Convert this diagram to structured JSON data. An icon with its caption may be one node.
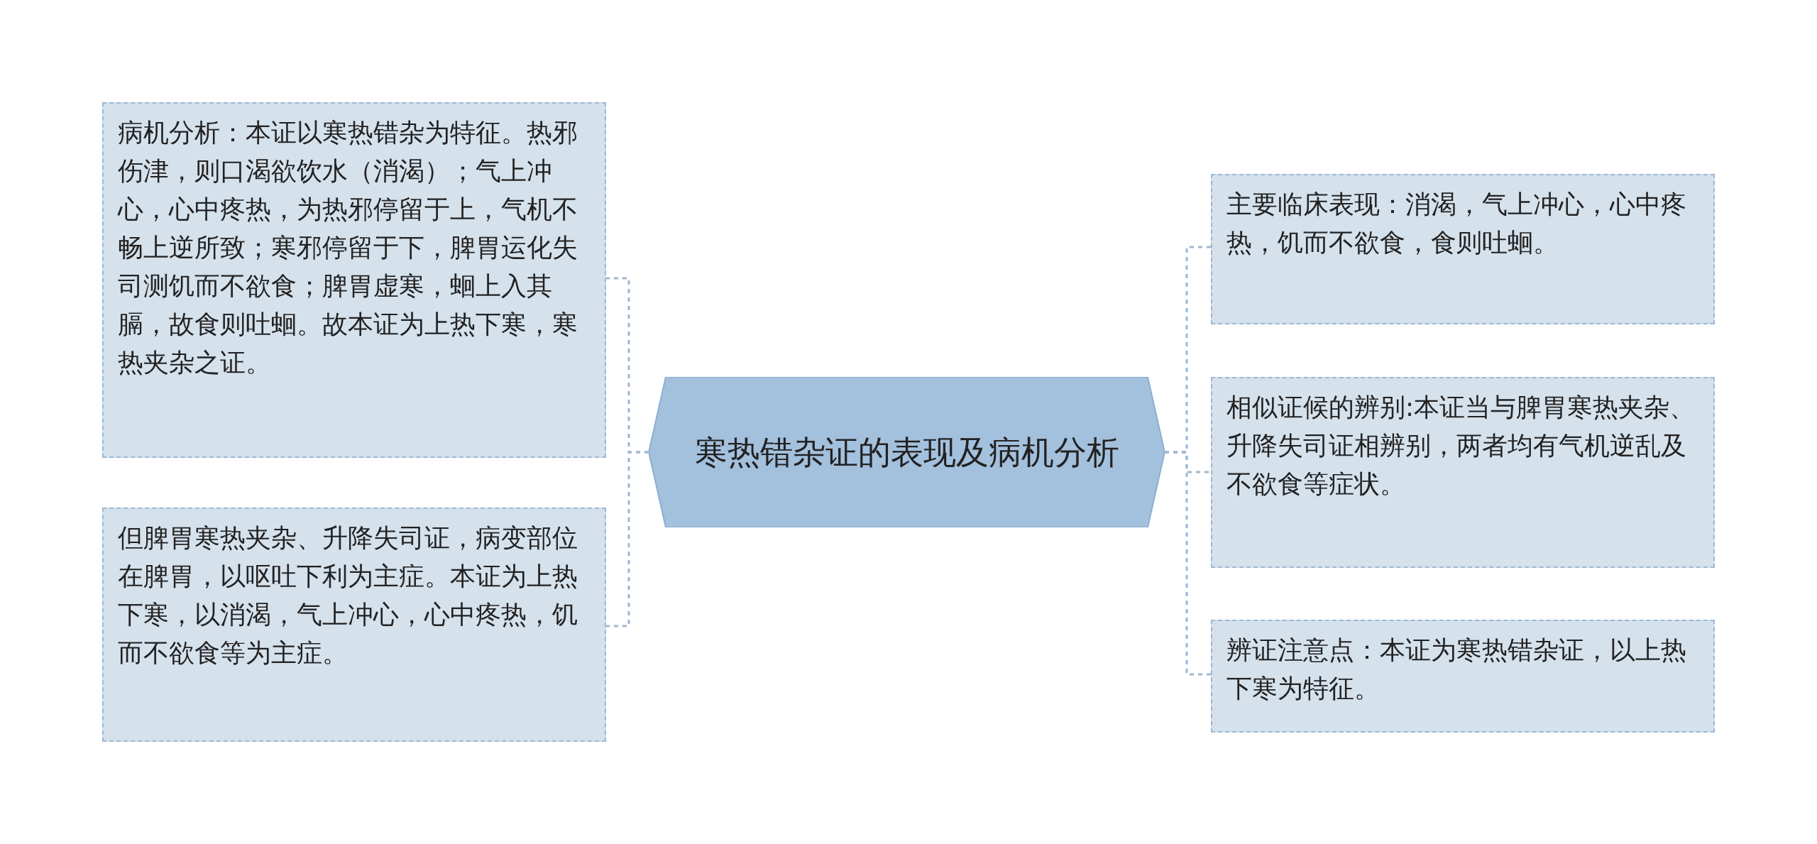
{
  "diagram": {
    "nodes": [
      {
        "text": [
          "寒热错杂证的表现及病机分析"
        ]
      },
      {
        "text": [
          "病机分析：本证以寒热错杂为特征。热邪伤津，则口渴欲饮水（消渴）；气上冲心，心中疼热，为热邪停留于上，气机不畅上逆所致；寒邪停留于下，脾胃运化失司测饥而不欲食；脾胃虚寒，蛔上入其膈，故食则吐蛔。故本证为上热下寒，寒热夹杂之证。"
        ]
      },
      {
        "text": [
          "但脾胃寒热夹杂、升降失司证，病变部位在脾胃，以呕吐下利为主症。本证为上热下寒，以消渴，气上冲心，心中疼热，饥而不欲食等为主症。"
        ]
      },
      {
        "text": [
          "主要临床表现：消渴，气上冲心，心中疼热，饥而不欲食，食则吐蛔。"
        ]
      },
      {
        "text": [
          "相似证候的辨别:本证当与脾胃寒热夹杂、升降失司证相辨别，两者均有气机逆乱及不欲食等症状。"
        ]
      },
      {
        "text": [
          "辨证注意点：本证为寒热错杂证，以上热下寒为特征。"
        ]
      }
    ],
    "edges": [
      {
        "from": 0,
        "to": 1,
        "arrow": "none"
      },
      {
        "from": 0,
        "to": 2,
        "arrow": "none"
      },
      {
        "from": 0,
        "to": 3,
        "arrow": "none"
      },
      {
        "from": 0,
        "to": 4,
        "arrow": "none"
      },
      {
        "from": 0,
        "to": 5,
        "arrow": "none"
      }
    ]
  }
}
